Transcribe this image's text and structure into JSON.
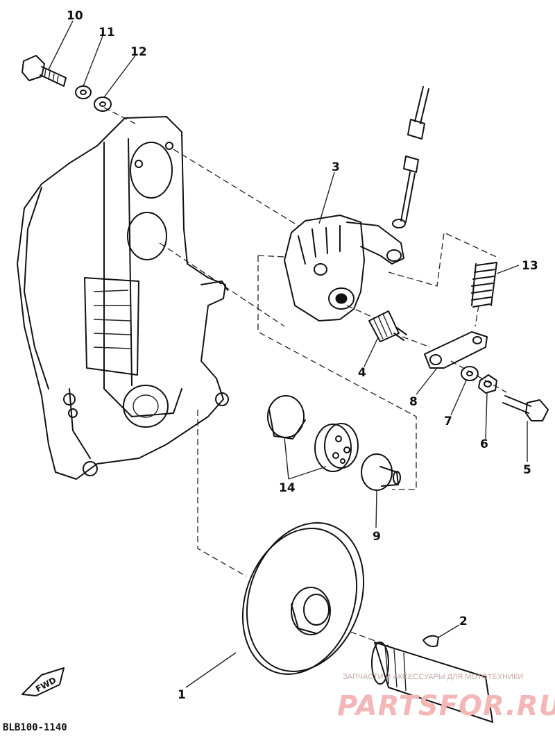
{
  "diagram": {
    "code": "BLB100-1140",
    "direction_label": "FWD",
    "callouts": [
      "1",
      "2",
      "3",
      "4",
      "5",
      "6",
      "7",
      "8",
      "9",
      "10",
      "11",
      "12",
      "13",
      "14"
    ]
  },
  "watermark": {
    "caption": "ЗАПЧАСТИ И АКСЕССУАРЫ ДЛЯ МОТОТЕХНИКИ",
    "brand": "PARTSFOR.RU"
  },
  "colors": {
    "line": "#111111",
    "watermark": "#f3b7b7"
  }
}
